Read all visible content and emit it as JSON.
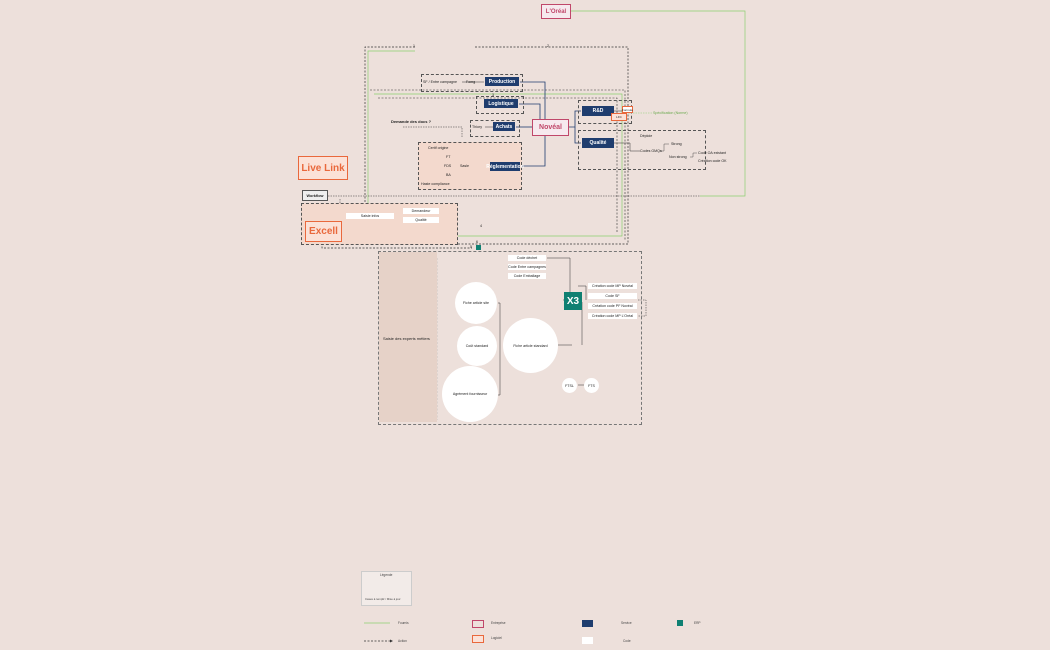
{
  "entreprises": {
    "loreal": "L'Oréal",
    "noveal": "Novéal"
  },
  "logiciels": {
    "livelink": "Live Link",
    "excell": "Excell"
  },
  "services": {
    "production": "Production",
    "logistique": "Logistique",
    "achats": "Achats",
    "rd": "R&D",
    "qualite": "Qualité",
    "reglementation": "Réglementation"
  },
  "workflow": "Workflow",
  "production_inputs": {
    "sf": "SF / Entre campagne",
    "fomg": "Fomg"
  },
  "achats_input": "Thiory",
  "question": "Demande des docs ?",
  "reglementation_items": [
    "Certif origine",
    "FT",
    "FDS",
    "BA",
    "Haste compliance"
  ],
  "reglementation_branch": "Sasle",
  "rd_items": {
    "fpm": "Formule",
    "lfc": "LFC",
    "specif": "Spécification (Norme)"
  },
  "qualite_items": {
    "deploy": "Déploie",
    "coms": "Codes GMQs",
    "strong": "Strong",
    "non_strong": "Non strong",
    "code_oa": "Code OA existant",
    "creation_ok": "Création code OK"
  },
  "saisie": {
    "label": "Saisie infos",
    "demandeur": "Demandeur",
    "qualite": "Qualité"
  },
  "markers": {
    "a": "1",
    "b": "2",
    "c": "3",
    "d": "4",
    "e": "5",
    "f": "6"
  },
  "lower": {
    "experts": "Saisie des experts métiers",
    "codes_top": [
      "Code déchet",
      "Code Entre campagnes",
      "Code Emballage"
    ],
    "x3": "X3",
    "codes_right": [
      "Création code MP Novéal",
      "Code SF",
      "Création code PF Novéal",
      "Création code MP L'Oréal"
    ],
    "circles": [
      "Fiche article site",
      "Coût standard",
      "Agrément fournisseur",
      "Fiche article standard"
    ],
    "small": [
      "FTSL",
      "FTS"
    ]
  },
  "legend": {
    "title": "Légende",
    "caption": "Cases à remplir / Mise à jour",
    "fournis": "Fournis",
    "action": "Action",
    "entreprise": "Entreprise",
    "logiciel": "Logiciel",
    "service": "Service",
    "code": "Code",
    "erp": "ERP"
  },
  "colors": {
    "service": "#1f3d6e",
    "entreprise": "#c0476a",
    "logiciel": "#e9683c",
    "erp": "#0f8072",
    "green_line": "#8ccf70"
  }
}
